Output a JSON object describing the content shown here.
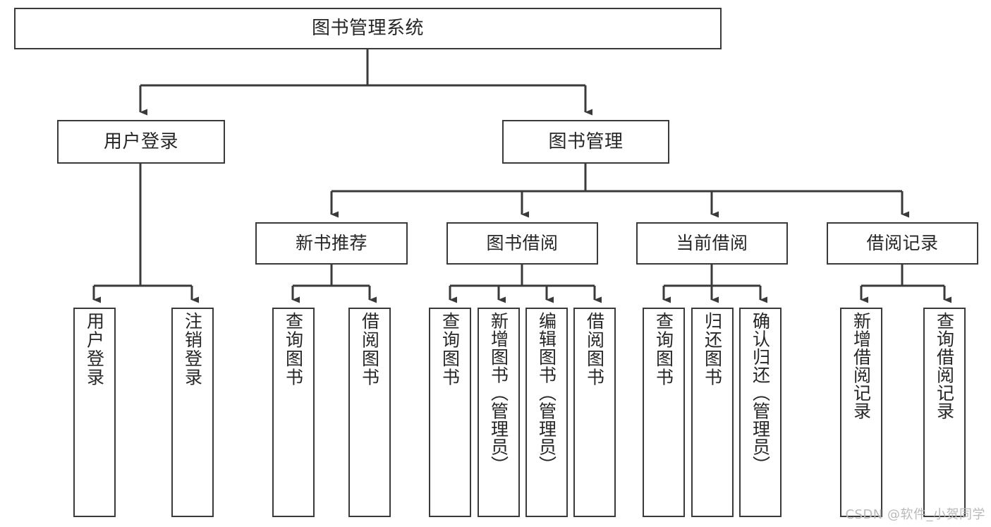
{
  "diagram": {
    "title": "图书管理系统",
    "type": "hierarchy-tree",
    "watermark": "CSDN @软件_小贺同学",
    "line_color": "#3a3a3a",
    "box_fill": "#ffffff",
    "text_color": "#262626",
    "levels": {
      "root": {
        "label": "图书管理系统"
      },
      "level1": [
        {
          "label": "用户登录"
        },
        {
          "label": "图书管理"
        }
      ],
      "level2": [
        {
          "label": "新书推荐"
        },
        {
          "label": "图书借阅"
        },
        {
          "label": "当前借阅"
        },
        {
          "label": "借阅记录"
        }
      ],
      "leaves": {
        "user_login": [
          {
            "label": "用户登录"
          },
          {
            "label": "注销登录"
          }
        ],
        "new_book_recommend": [
          {
            "label": "查询图书"
          },
          {
            "label": "借阅图书"
          }
        ],
        "book_borrow": [
          {
            "label": "查询图书"
          },
          {
            "label": "新增图书（管理员）"
          },
          {
            "label": "编辑图书（管理员）"
          },
          {
            "label": "借阅图书"
          }
        ],
        "current_borrow": [
          {
            "label": "查询图书"
          },
          {
            "label": "归还图书"
          },
          {
            "label": "确认归还（管理员）"
          }
        ],
        "borrow_record": [
          {
            "label": "新增借阅记录"
          },
          {
            "label": "查询借阅记录"
          }
        ]
      }
    }
  }
}
